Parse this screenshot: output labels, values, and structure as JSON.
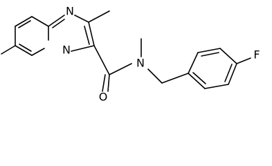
{
  "molecule": {
    "atoms": {
      "n_imine": "N",
      "n_bridge": "N",
      "o_carbonyl": "O",
      "n_amide": "N",
      "f_fluoro": "F"
    },
    "color": "#000000"
  }
}
